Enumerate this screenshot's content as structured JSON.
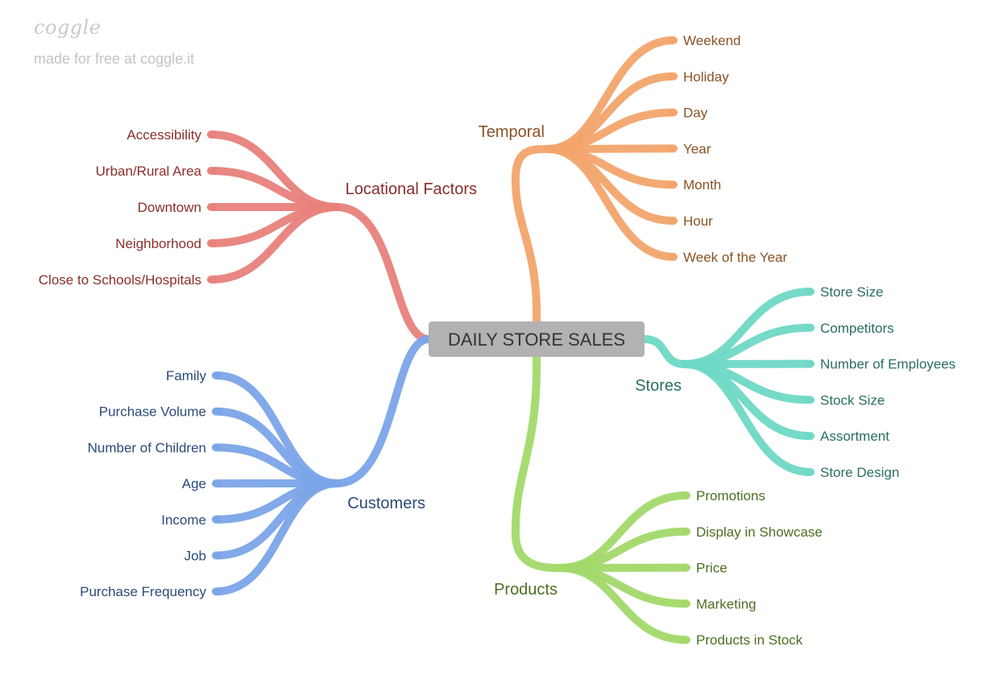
{
  "brand": {
    "logo": "coggle",
    "tagline": "made for free at coggle.it"
  },
  "root": {
    "label": "DAILY STORE SALES",
    "bg": "#b2b2b2",
    "text_color": "#333333"
  },
  "branches": [
    {
      "id": "locational",
      "label": "Locational Factors",
      "color": "#e8817b",
      "text_color": "#8a2e2a",
      "leaves": [
        "Accessibility",
        "Urban/Rural Area",
        "Downtown",
        "Neighborhood",
        "Close to Schools/Hospitals"
      ]
    },
    {
      "id": "customers",
      "label": "Customers",
      "color": "#7ba4e8",
      "text_color": "#2b4a7a",
      "leaves": [
        "Family",
        "Purchase Volume",
        "Number of Children",
        "Age",
        "Income",
        "Job",
        "Purchase Frequency"
      ]
    },
    {
      "id": "temporal",
      "label": "Temporal",
      "color": "#f2a46b",
      "text_color": "#8a5224",
      "leaves": [
        "Weekend",
        "Holiday",
        "Day",
        "Year",
        "Month",
        "Hour",
        "Week of the Year"
      ]
    },
    {
      "id": "stores",
      "label": "Stores",
      "color": "#6fd8c6",
      "text_color": "#2a6e60",
      "leaves": [
        "Store Size",
        "Competitors",
        "Number of Employees",
        "Stock Size",
        "Assortment",
        "Store Design"
      ]
    },
    {
      "id": "products",
      "label": "Products",
      "color": "#a2d96a",
      "text_color": "#4e6e22",
      "leaves": [
        "Promotions",
        "Display in Showcase",
        "Price",
        "Marketing",
        "Products in Stock"
      ]
    }
  ]
}
